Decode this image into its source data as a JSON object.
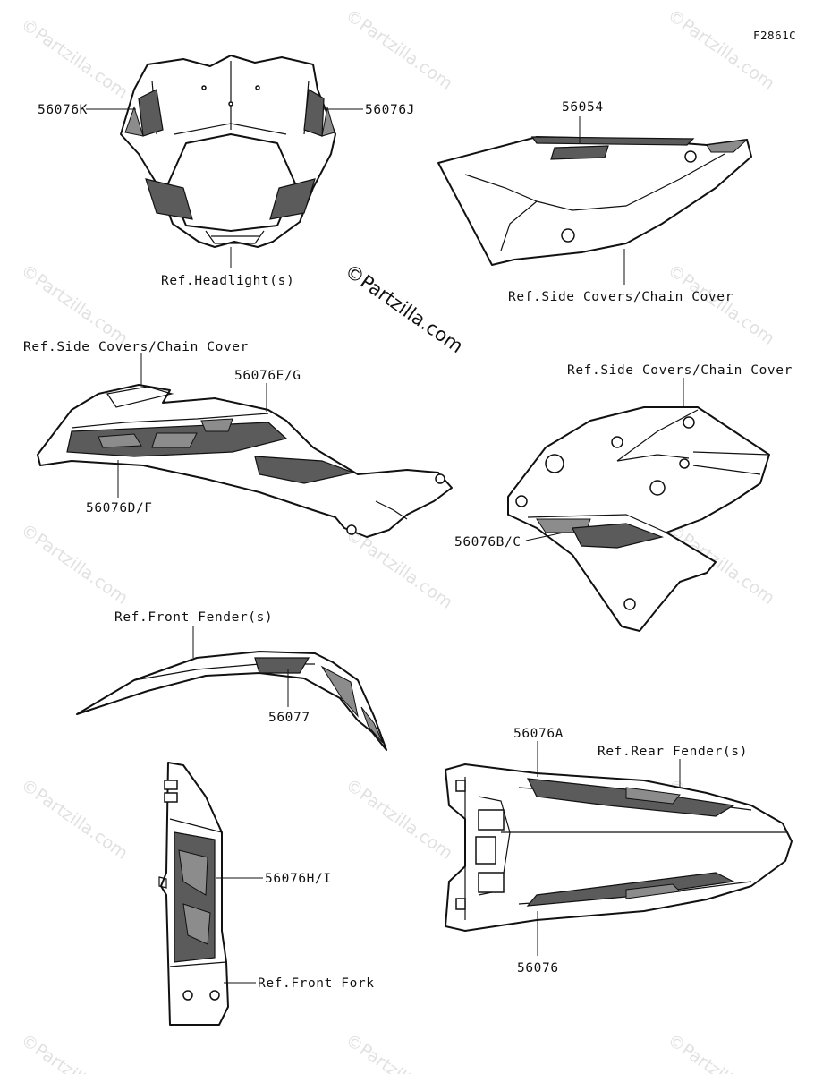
{
  "figure_code": "F2861C",
  "brand_watermark": "©Partzilla.com",
  "background_watermark": "©Partzilla.com",
  "callouts": {
    "p56076K": "56076K",
    "p56076J": "56076J",
    "ref_headlight": "Ref.Headlight(s)",
    "p56054": "56054",
    "ref_side_covers_1": "Ref.Side Covers/Chain Cover",
    "ref_side_covers_2": "Ref.Side Covers/Chain Cover",
    "p56076EG": "56076E/G",
    "p56076DF": "56076D/F",
    "ref_side_covers_3": "Ref.Side Covers/Chain Cover",
    "p56076BC": "56076B/C",
    "ref_front_fender": "Ref.Front Fender(s)",
    "p56077": "56077",
    "p56076A": "56076A",
    "ref_rear_fender": "Ref.Rear Fender(s)",
    "p56076HI": "56076H/I",
    "ref_front_fork": "Ref.Front Fork",
    "p56076": "56076"
  },
  "colors": {
    "ink": "#111111",
    "decal_dark": "#5b5b5b",
    "decal_mid": "#8c8c8c",
    "watermark": "#c9c9c9"
  }
}
